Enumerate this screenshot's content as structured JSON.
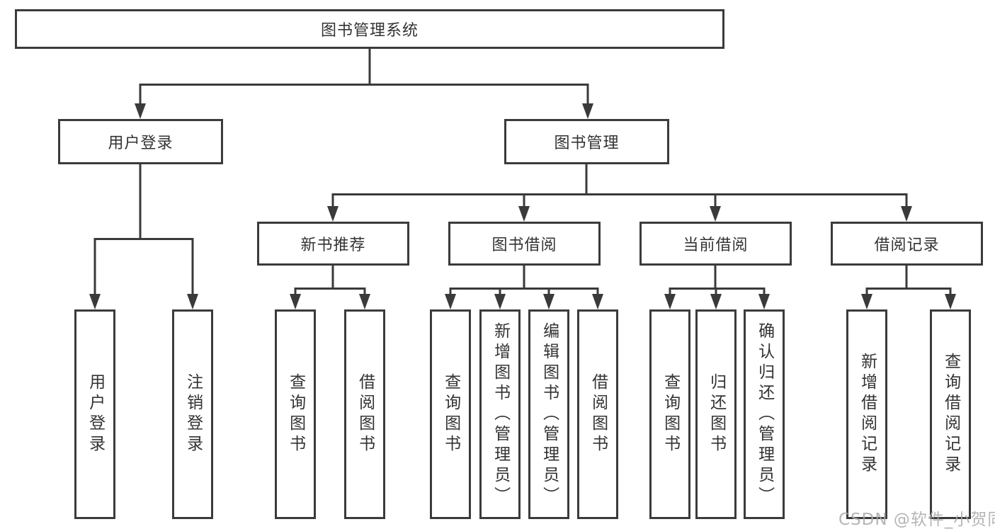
{
  "watermark": "CSDN @软件_小贺同学",
  "colors": {
    "line": "#3a3a3a",
    "box_border": "#3b3b3b",
    "text": "#333333",
    "background": "#ffffff",
    "watermark": "#a8a8a8"
  },
  "chart": {
    "type": "tree",
    "root": {
      "label": "图书管理系统",
      "children": [
        {
          "label": "用户登录",
          "children": [
            {
              "label": "用户登录"
            },
            {
              "label": "注销登录"
            }
          ]
        },
        {
          "label": "图书管理",
          "children": [
            {
              "label": "新书推荐",
              "children": [
                {
                  "label": "查询图书"
                },
                {
                  "label": "借阅图书"
                }
              ]
            },
            {
              "label": "图书借阅",
              "children": [
                {
                  "label": "查询图书"
                },
                {
                  "label": "新增图书（管理员）"
                },
                {
                  "label": "编辑图书（管理员）"
                },
                {
                  "label": "借阅图书"
                }
              ]
            },
            {
              "label": "当前借阅",
              "children": [
                {
                  "label": "查询图书"
                },
                {
                  "label": "归还图书"
                },
                {
                  "label": "确认归还（管理员）"
                }
              ]
            },
            {
              "label": "借阅记录",
              "children": [
                {
                  "label": "新增借阅记录"
                },
                {
                  "label": "查询借阅记录"
                }
              ]
            }
          ]
        }
      ]
    }
  }
}
